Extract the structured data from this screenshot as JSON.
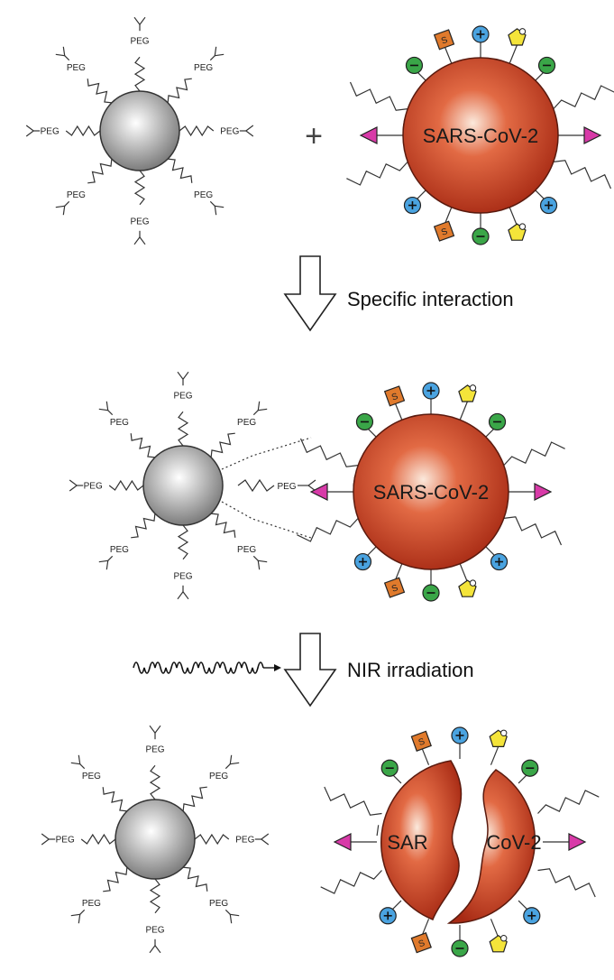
{
  "labels": {
    "peg": "PEG",
    "virus": "SARS-CoV-2",
    "virus_left": "SAR",
    "virus_right": "CoV-2",
    "plus": "+",
    "step1": "Specific interaction",
    "step2": "NIR irradiation",
    "s_marker": "S"
  },
  "icons": {
    "positive": "plus-circle-icon",
    "negative": "minus-circle-icon",
    "s_protein": "s-square-icon",
    "glycan": "pentagon-icon",
    "receptor": "triangle-icon",
    "nanoparticle": "sphere-icon"
  },
  "colors": {
    "virus_red": "#c8321c",
    "positive_blue": "#4aa3e0",
    "negative_green": "#3aa648",
    "s_orange": "#e07a2c",
    "glycan_yellow": "#f4e43a",
    "receptor_pink": "#d83aa8",
    "nanoparticle_grey": "#9a9a9a"
  }
}
